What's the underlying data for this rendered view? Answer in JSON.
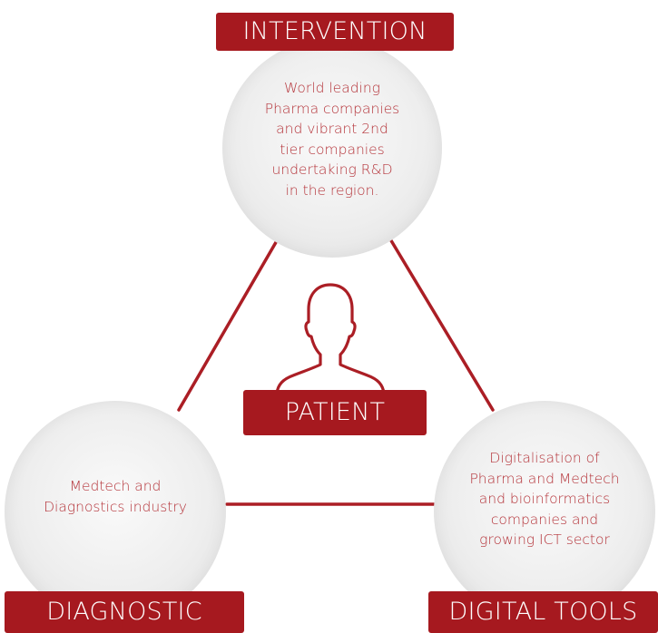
{
  "colors": {
    "accent": "#a6191f",
    "line": "#ab1e25",
    "text": "#b5343a",
    "circle": "#eeeeee"
  },
  "center": {
    "icon": "person-outline-icon",
    "label": "PATIENT"
  },
  "nodes": {
    "intervention": {
      "label": "INTERVENTION",
      "lines": [
        "World leading",
        "Pharma companies",
        "and vibrant 2nd",
        "tier companies",
        "undertaking R&D",
        "in the region."
      ]
    },
    "diagnostic": {
      "label": "DIAGNOSTIC",
      "lines": [
        "Medtech and",
        "Diagnostics industry"
      ]
    },
    "digital_tools": {
      "label": "DIGITAL TOOLS",
      "lines": [
        "Digitalisation of",
        "Pharma and Medtech",
        "and bioinformatics",
        "companies and",
        "growing ICT sector"
      ]
    }
  }
}
